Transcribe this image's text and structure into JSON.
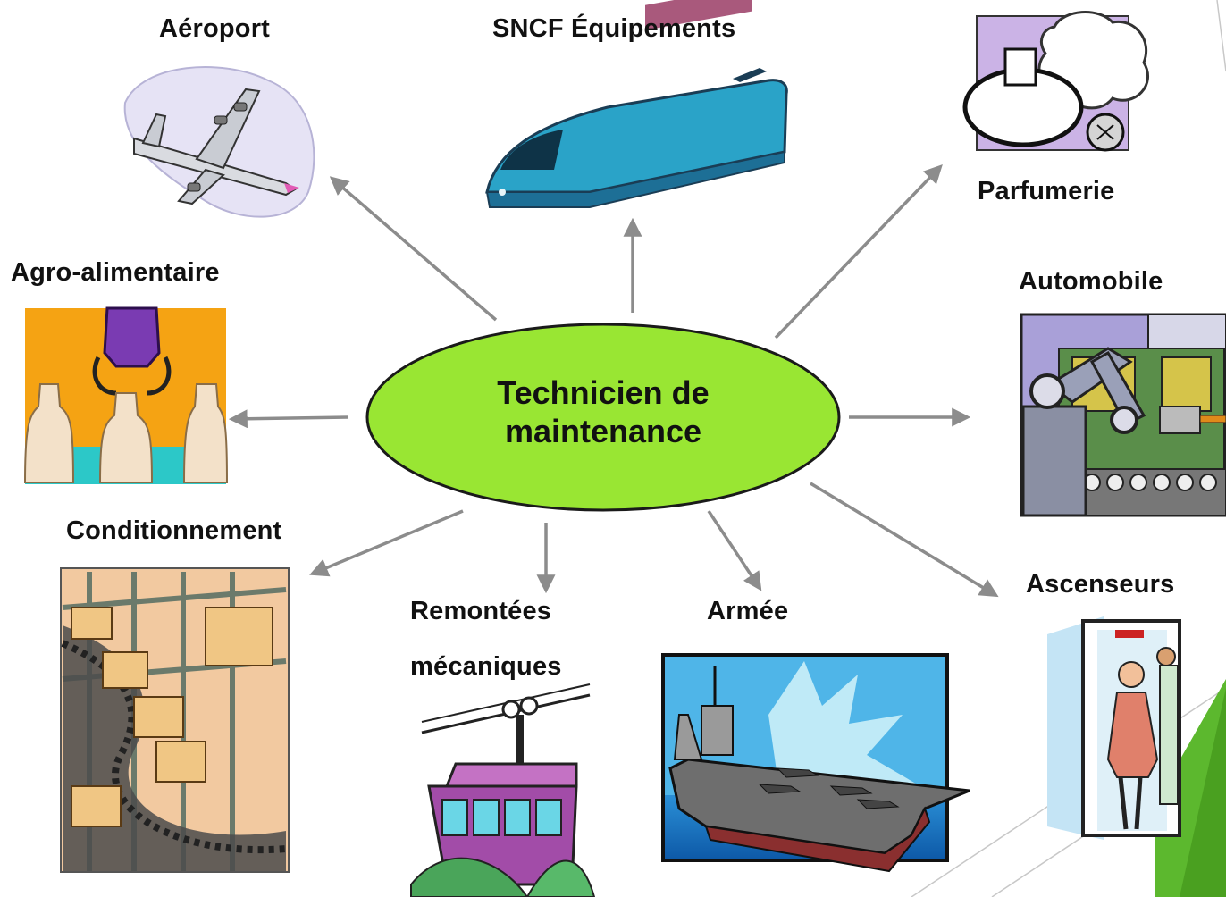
{
  "center": {
    "line1": "Technicien de",
    "line2": "maintenance"
  },
  "sectors": {
    "aeroport": "Aéroport",
    "sncf": "SNCF Équipements",
    "parfumerie": "Parfumerie",
    "agro": "Agro-alimentaire",
    "automobile": "Automobile",
    "conditionnement": "Conditionnement",
    "remontees_line1": "Remontées",
    "remontees_line2": "mécaniques",
    "armee": "Armée",
    "ascenseurs": "Ascenseurs"
  },
  "colors": {
    "center_fill": "#99e633",
    "arrow": "#8c8c8c",
    "slide_accent": "#5cb82e"
  }
}
